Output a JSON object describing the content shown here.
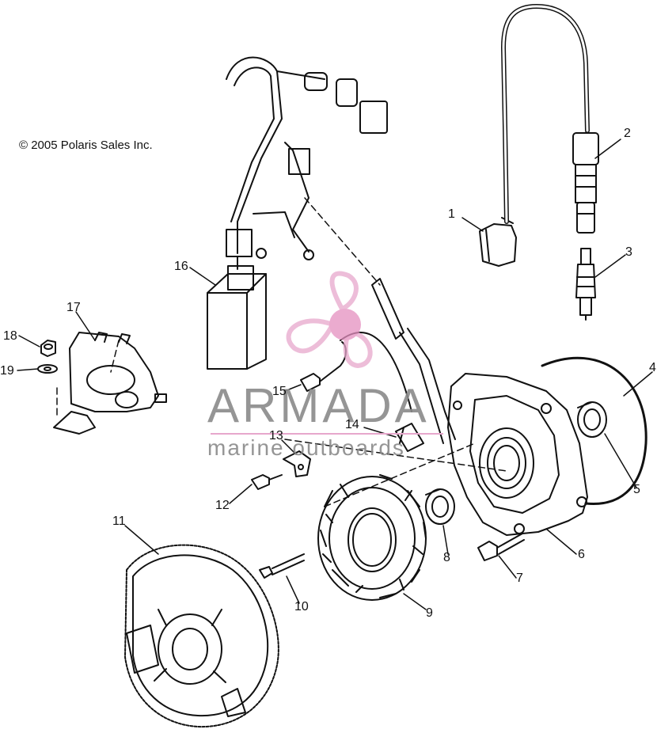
{
  "copyright": "© 2005 Polaris Sales Inc.",
  "watermark": {
    "title": "ARMADA",
    "subtitle": "marine outboards"
  },
  "callouts": [
    "1",
    "2",
    "3",
    "4",
    "5",
    "6",
    "7",
    "8",
    "9",
    "10",
    "11",
    "12",
    "13",
    "14",
    "15",
    "16",
    "17",
    "18",
    "19"
  ],
  "colors": {
    "ink": "#111111",
    "watermark_gray": "#8a8a8a",
    "watermark_pink": "#e7a7cc",
    "watermark_dot": "#e58fc0"
  }
}
